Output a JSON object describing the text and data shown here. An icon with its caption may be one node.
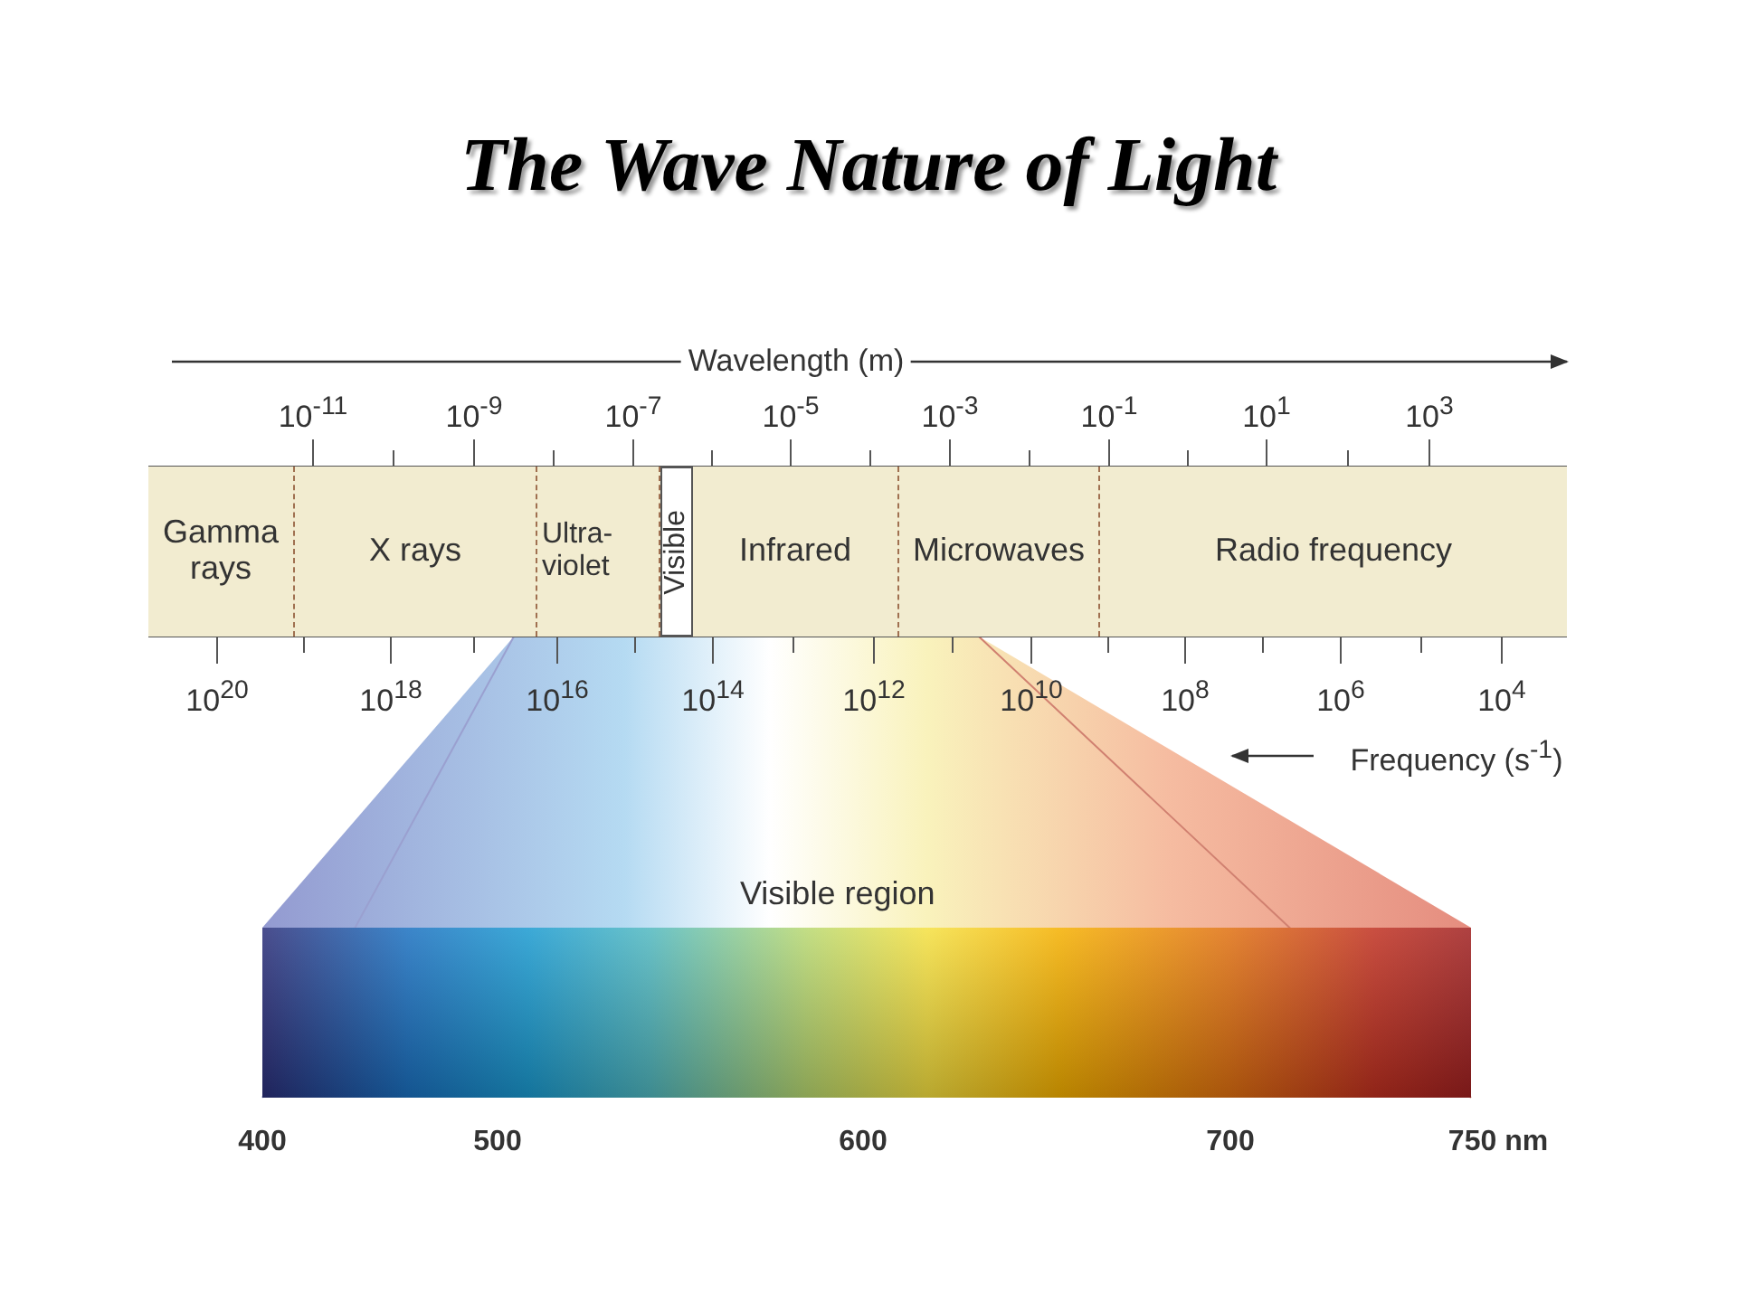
{
  "diagram": {
    "title": "The Wave Nature of Light",
    "nodes": [
      {
        "text": [
          "Gamma rays"
        ]
      },
      {
        "text": [
          "X rays"
        ]
      },
      {
        "text": [
          "Ultra- violet"
        ]
      },
      {
        "text": [
          "Visible"
        ]
      },
      {
        "text": [
          "Infrared"
        ]
      },
      {
        "text": [
          "Microwaves"
        ]
      },
      {
        "text": [
          "Radio frequency"
        ]
      },
      {
        "text": [
          "Visible region"
        ]
      }
    ],
    "edges": [],
    "labels": [
      "Wavelength (m)",
      "10$^{-11}$",
      "10$^{-9}$",
      "10$^{-7}$",
      "10$^{-5}$",
      "10$^{-3}$",
      "10$^{-1}$",
      "10$^{1}$",
      "10$^{3}$",
      "10$^{20}$",
      "10$^{18}$",
      "10$^{16}$",
      "10$^{14}$",
      "10$^{12}$",
      "10$^{10}$",
      "10$^{8}$",
      "10$^{6}$",
      "10$^{4}$",
      "Frequency (s$^{-1}$)",
      "400",
      "500",
      "600",
      "700",
      "750 nm"
    ]
  }
}
